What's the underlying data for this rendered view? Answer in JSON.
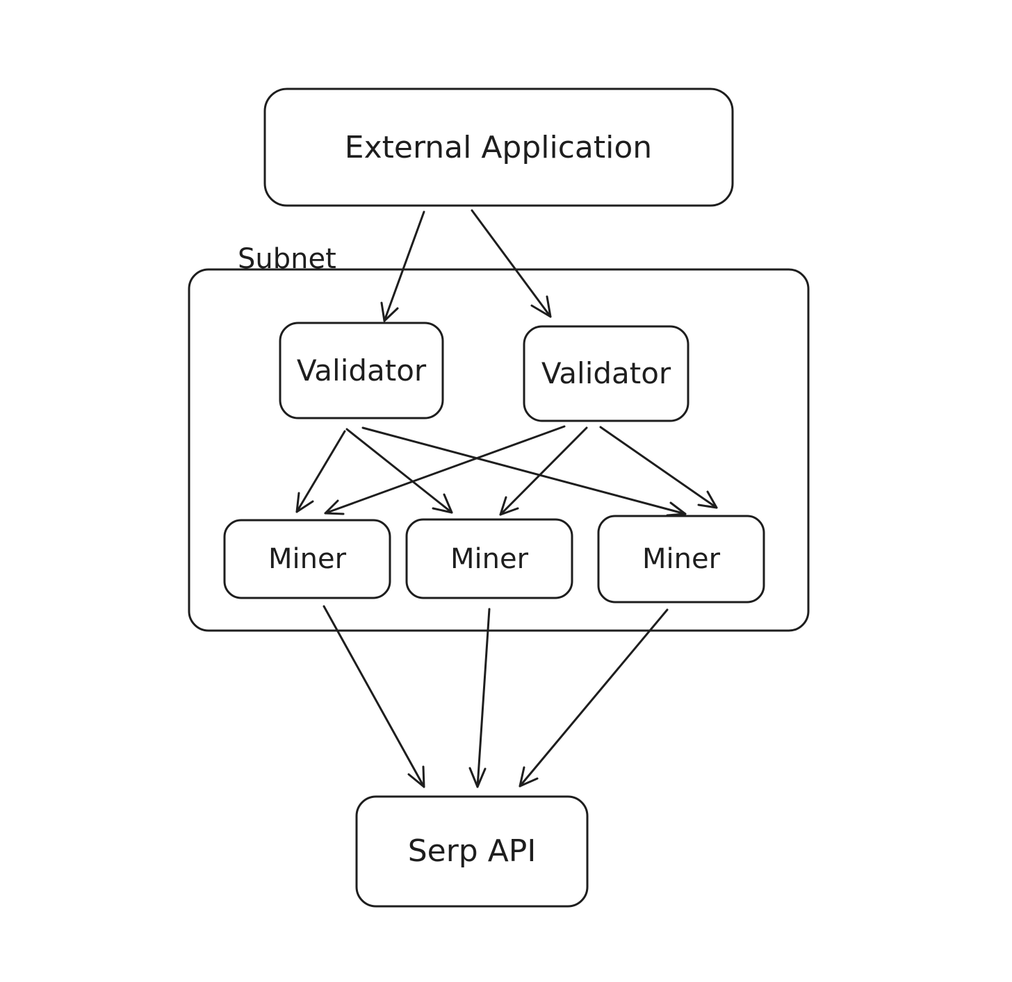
{
  "diagram": {
    "nodes": {
      "external_app": {
        "label": "External Application"
      },
      "subnet": {
        "label": "Subnet"
      },
      "validator_1": {
        "label": "Validator"
      },
      "validator_2": {
        "label": "Validator"
      },
      "miner_1": {
        "label": "Miner"
      },
      "miner_2": {
        "label": "Miner"
      },
      "miner_3": {
        "label": "Miner"
      },
      "serp_api": {
        "label": "Serp API"
      }
    },
    "edges": [
      {
        "from": "external_app",
        "to": "validator_1"
      },
      {
        "from": "external_app",
        "to": "validator_2"
      },
      {
        "from": "validator_1",
        "to": "miner_1"
      },
      {
        "from": "validator_1",
        "to": "miner_2"
      },
      {
        "from": "validator_1",
        "to": "miner_3"
      },
      {
        "from": "validator_2",
        "to": "miner_1"
      },
      {
        "from": "validator_2",
        "to": "miner_2"
      },
      {
        "from": "validator_2",
        "to": "miner_3"
      },
      {
        "from": "miner_1",
        "to": "serp_api"
      },
      {
        "from": "miner_2",
        "to": "serp_api"
      },
      {
        "from": "miner_3",
        "to": "serp_api"
      }
    ],
    "colors": {
      "stroke": "#1e1e1e",
      "background": "#ffffff"
    }
  }
}
